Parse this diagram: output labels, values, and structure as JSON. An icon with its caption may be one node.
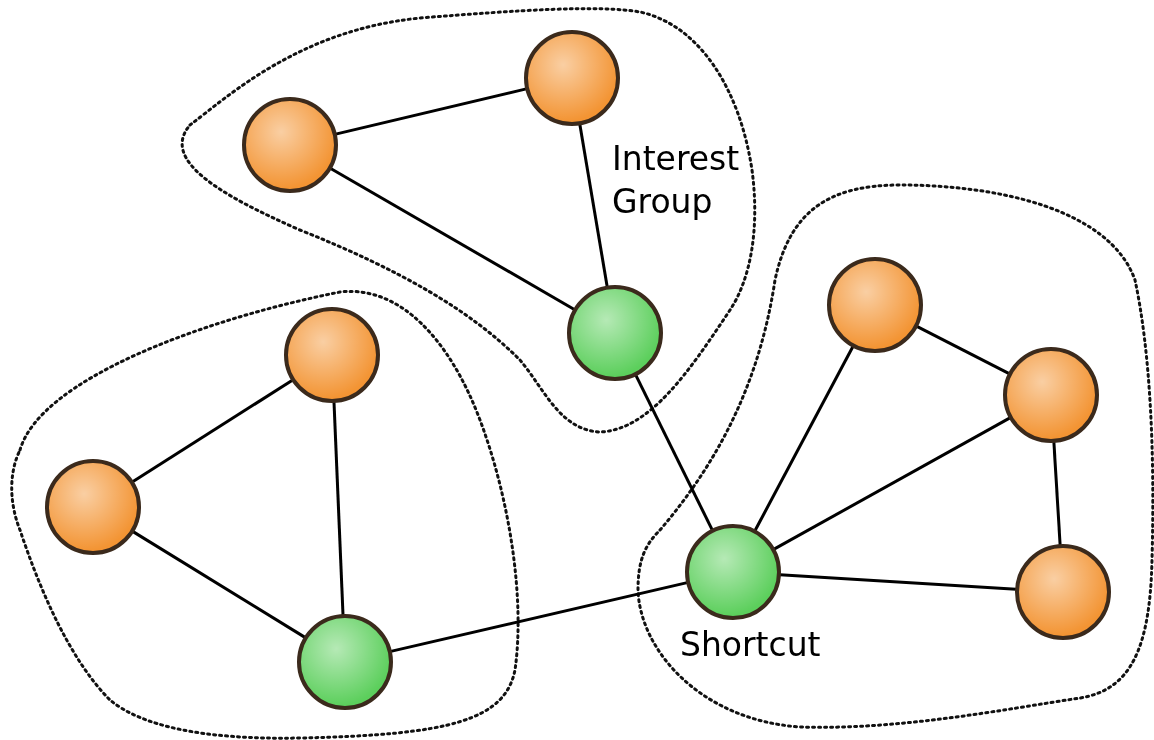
{
  "diagram": {
    "nodes": [
      {
        "text": [
          "Interest Group"
        ]
      },
      {
        "text": [],
        "shape": "circle",
        "in": 0
      },
      {
        "text": [],
        "shape": "circle",
        "in": 0
      },
      {
        "text": [],
        "shape": "circle",
        "in": 0
      },
      {
        "text": [],
        "shape": "blob"
      },
      {
        "text": [],
        "shape": "circle",
        "in": 4
      },
      {
        "text": [],
        "shape": "circle",
        "in": 4
      },
      {
        "text": [],
        "shape": "circle",
        "in": 4
      },
      {
        "text": [],
        "shape": "blob"
      },
      {
        "text": [],
        "shape": "circle",
        "in": 8
      },
      {
        "text": [],
        "shape": "circle",
        "in": 8
      },
      {
        "text": [],
        "shape": "circle",
        "in": 8,
        "beside": [
          "Shortcut"
        ]
      },
      {
        "text": [],
        "shape": "circle",
        "in": 8
      }
    ],
    "edges": [
      {
        "from": 1,
        "to": 2,
        "arrow": "none"
      },
      {
        "from": 1,
        "to": 3,
        "arrow": "none"
      },
      {
        "from": 2,
        "to": 3,
        "arrow": "none"
      },
      {
        "from": 5,
        "to": 6,
        "arrow": "none"
      },
      {
        "from": 5,
        "to": 7,
        "arrow": "none"
      },
      {
        "from": 6,
        "to": 7,
        "arrow": "none"
      },
      {
        "from": 3,
        "to": 11,
        "arrow": "none"
      },
      {
        "from": 7,
        "to": 11,
        "arrow": "none"
      },
      {
        "from": 11,
        "to": 9,
        "arrow": "none"
      },
      {
        "from": 11,
        "to": 10,
        "arrow": "none"
      },
      {
        "from": 11,
        "to": 12,
        "arrow": "none"
      },
      {
        "from": 9,
        "to": 10,
        "arrow": "none"
      },
      {
        "from": 10,
        "to": 12,
        "arrow": "none"
      }
    ]
  }
}
